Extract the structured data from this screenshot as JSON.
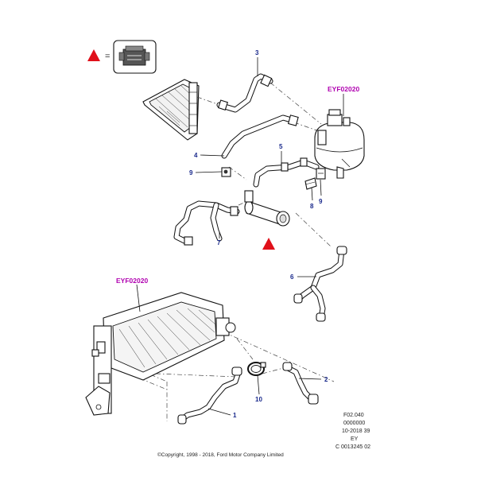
{
  "legend": {
    "equals_sign": "=",
    "triangle_color": "#e0101a"
  },
  "references": {
    "top_right": "EYF02020",
    "left": "EYF02020"
  },
  "callouts": {
    "c1": "1",
    "c2": "2",
    "c3": "3",
    "c4": "4",
    "c5": "5",
    "c6": "6",
    "c7": "7",
    "c8": "8",
    "c9a": "9",
    "c9b": "9",
    "c10": "10"
  },
  "footer": {
    "line1": "F02.040",
    "line2": "0000000",
    "line3": "10-2018 39",
    "line4": "EY",
    "line5": "C 0013245 02",
    "copyright": "©Copyright, 1998 - 2018, Ford Motor Company Limited"
  },
  "colors": {
    "callout_text": "#1a2a8c",
    "reference_text": "#b000b0",
    "line": "#111111"
  }
}
